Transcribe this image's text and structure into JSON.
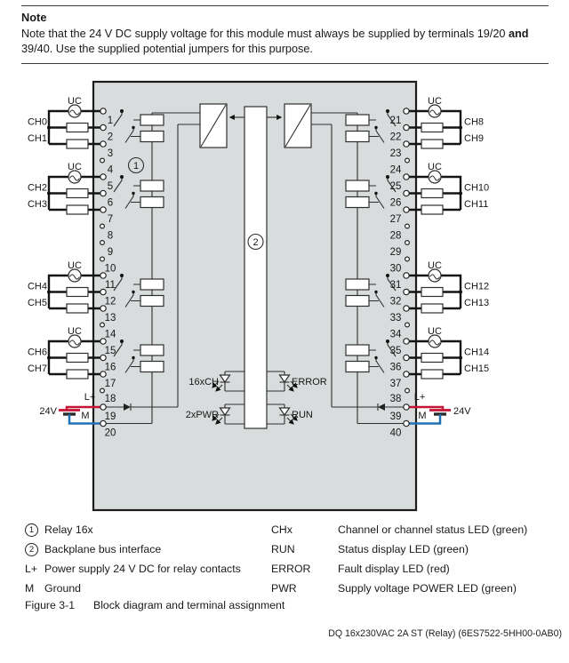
{
  "note": {
    "title": "Note",
    "body_pre": "Note that the 24 V DC supply voltage for this module must always be supplied by terminals 19/20 ",
    "body_bold": "and",
    "body_post": " 39/40. Use the supplied potential jumpers for this purpose."
  },
  "diagram": {
    "uc_label": "UC",
    "channels": [
      "CH0",
      "CH1",
      "CH2",
      "CH3",
      "CH4",
      "CH5",
      "CH6",
      "CH7",
      "CH8",
      "CH9",
      "CH10",
      "CH11",
      "CH12",
      "CH13",
      "CH14",
      "CH15"
    ],
    "terminals_left": [
      "1",
      "2",
      "3",
      "4",
      "5",
      "6",
      "7",
      "8",
      "9",
      "10",
      "11",
      "12",
      "13",
      "14",
      "15",
      "16",
      "17",
      "18",
      "19",
      "20"
    ],
    "terminals_right": [
      "21",
      "22",
      "23",
      "24",
      "25",
      "26",
      "27",
      "28",
      "29",
      "30",
      "31",
      "32",
      "33",
      "34",
      "35",
      "36",
      "37",
      "38",
      "39",
      "40"
    ],
    "callout_relay": "1",
    "callout_bus": "2",
    "leds": {
      "ch": "16xCH",
      "pwr": "2xPWR",
      "error": "ERROR",
      "run": "RUN"
    },
    "power": {
      "lplus": "L+",
      "m": "M",
      "v24": "24V"
    },
    "colors": {
      "wire_red": "#c41535",
      "wire_blue": "#2070b4",
      "module_gray": "#d9dcdd"
    }
  },
  "legend": {
    "rows": [
      {
        "sym": "1",
        "desc": "Relay 16x",
        "key": "CHx",
        "key_desc": "Channel or channel status LED (green)"
      },
      {
        "sym": "2",
        "desc": "Backplane bus interface",
        "key": "RUN",
        "key_desc": "Status display LED (green)"
      },
      {
        "sym": "L+",
        "desc": "Power supply 24 V DC for relay contacts",
        "key": "ERROR",
        "key_desc": "Fault display LED (red)"
      },
      {
        "sym": "M",
        "desc": "Ground",
        "key": "PWR",
        "key_desc": "Supply voltage POWER LED (green)"
      }
    ],
    "figure_label": "Figure 3-1",
    "figure_title": "Block diagram and terminal assignment"
  },
  "footer": {
    "text": "DQ 16x230VAC 2A ST (Relay) (6ES7522-5HH00-0AB0)"
  }
}
